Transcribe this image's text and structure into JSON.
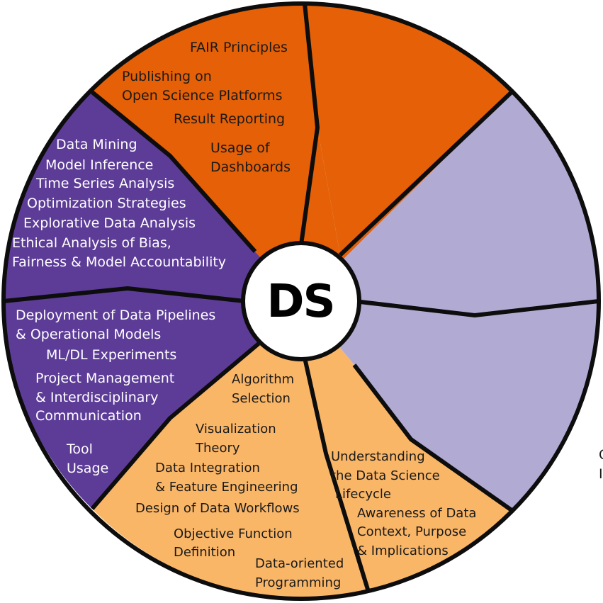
{
  "colors": {
    "dark_orange": "#e56006",
    "lavender": "#b1abd4",
    "purple": "#5d3c98",
    "light_orange": "#fab667",
    "outline": "#0d0d0d",
    "center_fill": "#ffffff"
  },
  "center": {
    "label": "DS"
  },
  "segments": {
    "top_left": {
      "items": [
        "FAIR Principles",
        "Publishing on",
        "Open Science Platforms",
        "Result Reporting",
        "Usage of",
        "Dashboards"
      ]
    },
    "left_upper": {
      "items": [
        "Data Mining",
        "Model Inference",
        "Time Series Analysis",
        "Optimization Strategies",
        "Explorative Data Analysis",
        "Ethical Analysis of Bias,",
        "Fairness & Model Accountability"
      ]
    },
    "left_lower": {
      "items": [
        "Deployment of Data Pipelines",
        "& Operational Models",
        "ML/DL Experiments",
        "Project Management",
        "& Interdisciplinary",
        "Communication",
        "Tool",
        "Usage"
      ]
    },
    "bottom_left": {
      "items": [
        "Algorithm",
        "Selection",
        "Visualization",
        "Theory",
        "Data Integration",
        "& Feature Engineering",
        "Design of Data Workflows",
        "Objective Function",
        "Definition",
        "Data-oriented",
        "Programming"
      ]
    },
    "bottom_right": {
      "items": [
        "Understanding",
        "the Data Science",
        "Lifecycle",
        "Awareness of Data",
        "Context, Purpose",
        "& Implications"
      ]
    }
  },
  "clipped_text": {
    "line1": "C",
    "line2": "I"
  }
}
